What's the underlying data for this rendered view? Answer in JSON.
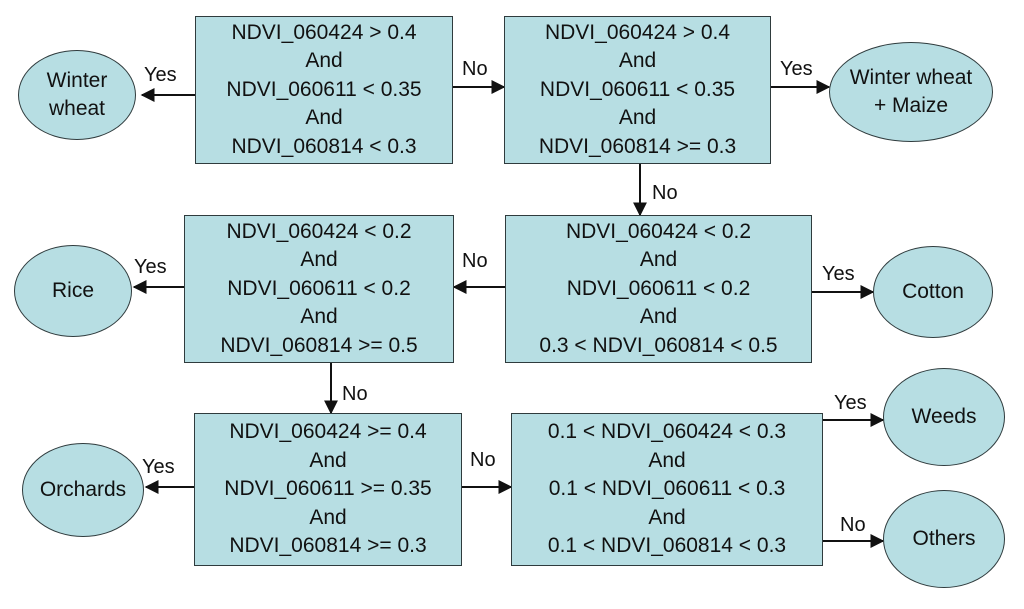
{
  "decisions": [
    {
      "id": "d1",
      "lines": [
        "NDVI_060424 > 0.4",
        "And",
        "NDVI_060611 < 0.35",
        "And",
        "NDVI_060814 < 0.3"
      ]
    },
    {
      "id": "d2",
      "lines": [
        "NDVI_060424 > 0.4",
        "And",
        "NDVI_060611 < 0.35",
        "And",
        "NDVI_060814 >= 0.3"
      ]
    },
    {
      "id": "d3",
      "lines": [
        "NDVI_060424 < 0.2",
        "And",
        "NDVI_060611 < 0.2",
        "And",
        "0.3 < NDVI_060814 < 0.5"
      ]
    },
    {
      "id": "d4",
      "lines": [
        "NDVI_060424 < 0.2",
        "And",
        "NDVI_060611 < 0.2",
        "And",
        "NDVI_060814 >= 0.5"
      ]
    },
    {
      "id": "d5",
      "lines": [
        "NDVI_060424 >= 0.4",
        "And",
        "NDVI_060611 >= 0.35",
        "And",
        "NDVI_060814 >= 0.3"
      ]
    },
    {
      "id": "d6",
      "lines": [
        "0.1 < NDVI_060424 < 0.3",
        "And",
        "0.1 < NDVI_060611 < 0.3",
        "And",
        "0.1 < NDVI_060814 < 0.3"
      ]
    }
  ],
  "classes": [
    {
      "id": "winter-wheat",
      "lines": [
        "Winter",
        "wheat"
      ]
    },
    {
      "id": "winter-wheat-maize",
      "lines": [
        "Winter wheat",
        "+ Maize"
      ]
    },
    {
      "id": "cotton",
      "lines": [
        "Cotton"
      ]
    },
    {
      "id": "rice",
      "lines": [
        "Rice"
      ]
    },
    {
      "id": "orchards",
      "lines": [
        "Orchards"
      ]
    },
    {
      "id": "weeds",
      "lines": [
        "Weeds"
      ]
    },
    {
      "id": "others",
      "lines": [
        "Others"
      ]
    }
  ],
  "edges": [
    {
      "from": "d1",
      "to": "winter-wheat",
      "label": "Yes"
    },
    {
      "from": "d1",
      "to": "d2",
      "label": "No"
    },
    {
      "from": "d2",
      "to": "winter-wheat-maize",
      "label": "Yes"
    },
    {
      "from": "d2",
      "to": "d3",
      "label": "No"
    },
    {
      "from": "d3",
      "to": "cotton",
      "label": "Yes"
    },
    {
      "from": "d3",
      "to": "d4",
      "label": "No"
    },
    {
      "from": "d4",
      "to": "rice",
      "label": "Yes"
    },
    {
      "from": "d4",
      "to": "d5",
      "label": "No"
    },
    {
      "from": "d5",
      "to": "orchards",
      "label": "Yes"
    },
    {
      "from": "d5",
      "to": "d6",
      "label": "No"
    },
    {
      "from": "d6",
      "to": "weeds",
      "label": "Yes"
    },
    {
      "from": "d6",
      "to": "others",
      "label": "No"
    }
  ],
  "colors": {
    "node_fill": "#b7dee3",
    "node_border": "#2f3b3d",
    "arrow": "#111111"
  }
}
